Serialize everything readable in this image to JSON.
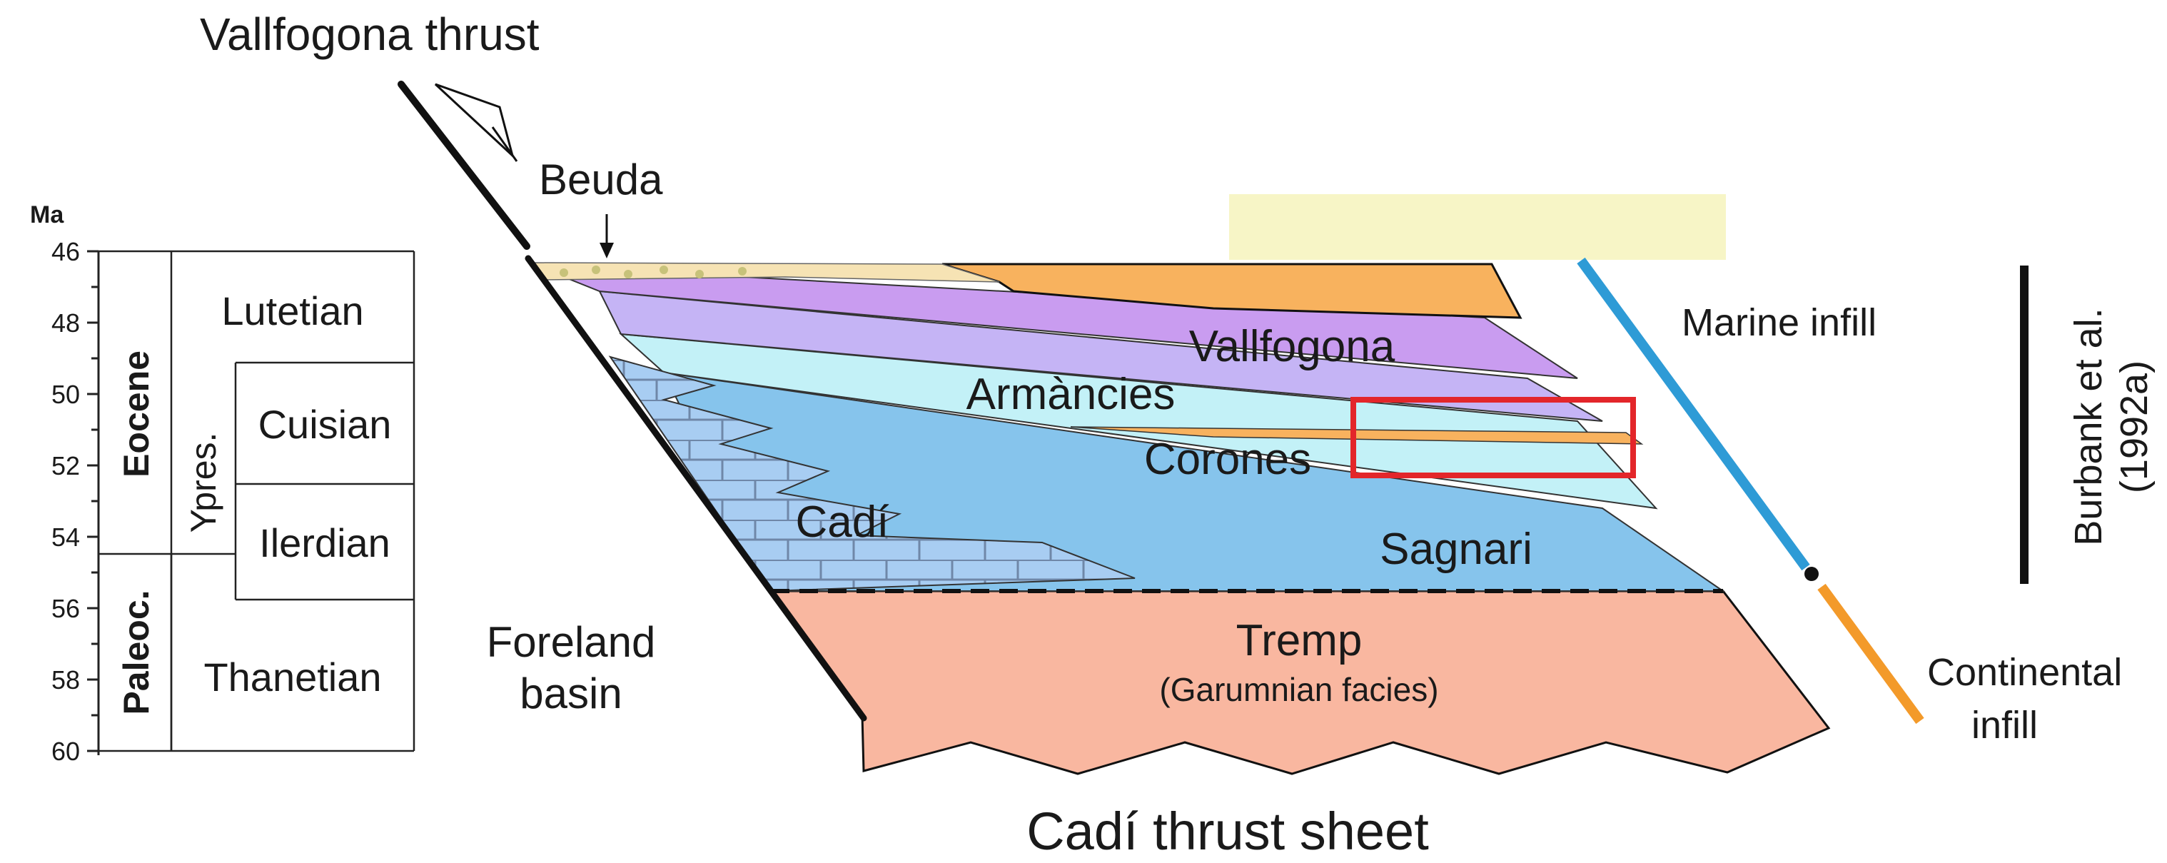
{
  "title_top": "Vallfogona thrust",
  "title_bottom": "Cadí thrust sheet",
  "labels": {
    "beuda": "Beuda",
    "foreland_line1": "Foreland",
    "foreland_line2": "basin",
    "marine_infill": "Marine infill",
    "continental_line1": "Continental",
    "continental_line2": "infill",
    "reference_line1": "Burbank et al.",
    "reference_line2": "(1992a)"
  },
  "timescale": {
    "unit": "Ma",
    "ticks": [
      "46",
      "48",
      "50",
      "52",
      "54",
      "56",
      "58",
      "60"
    ],
    "epochs": {
      "eocene": "Eocene",
      "paleocene": "Paleoc."
    },
    "subepoch": "Ypres.",
    "stages": {
      "lutetian": "Lutetian",
      "cuisian": "Cuisian",
      "ilerdian": "Ilerdian",
      "thanetian": "Thanetian"
    }
  },
  "units": {
    "vallfogona": "Vallfogona",
    "armancies": "Armàncies",
    "corones": "Corones",
    "cadi": "Cadí",
    "sagnari": "Sagnari",
    "tremp": "Tremp",
    "tremp_sub": "(Garumnian facies)"
  },
  "colors": {
    "tremp": "#f9b7a0",
    "sagnari": "#86c4ec",
    "corones": "#c3f1f7",
    "armancies": "#c5b4f5",
    "vallfogona": "#c99cf0",
    "top_orange": "#f8b25e",
    "cadi_limestone": "#a8cdf2",
    "marine_line": "#2e9bd6",
    "continental_line": "#f39a2a",
    "highlight_box": "#e3262a",
    "pale_band": "#f7f5c6"
  }
}
